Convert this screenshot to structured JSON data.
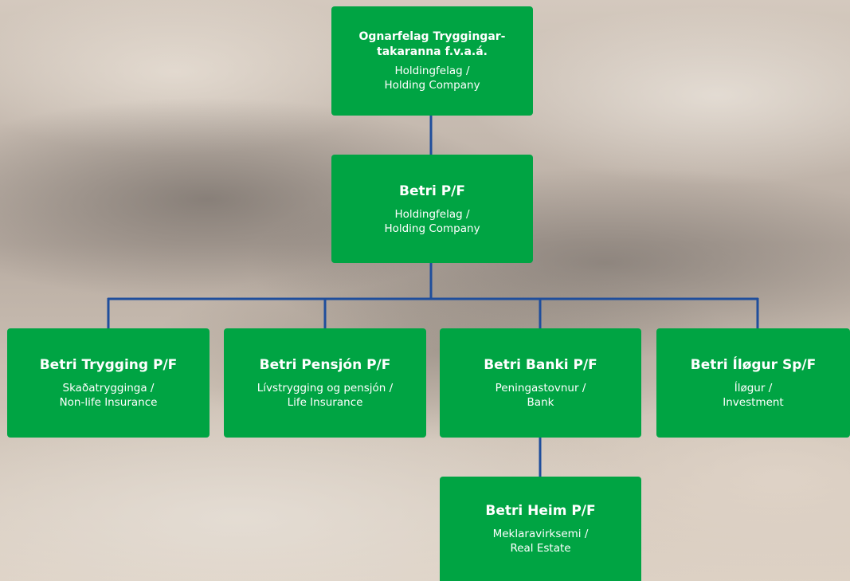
{
  "top": {
    "title_lines": [
      "Ognarfelag Tryggingar-",
      "takaranna f.v.a.á."
    ],
    "sub_lines": [
      "Holdingfelag /",
      "Holding Company"
    ]
  },
  "holding": {
    "title": "Betri P/F",
    "sub_lines": [
      "Holdingfelag /",
      "Holding Company"
    ]
  },
  "subsidiaries": [
    {
      "title": "Betri Trygging P/F",
      "sub_lines": [
        "Skaðatrygginga /",
        "Non-life Insurance"
      ]
    },
    {
      "title": "Betri Pensjón P/F",
      "sub_lines": [
        "Lívstrygging og pensjón /",
        "Life Insurance"
      ]
    },
    {
      "title": "Betri Banki P/F",
      "sub_lines": [
        "Peningastovnur /",
        "Bank"
      ]
    },
    {
      "title": "Betri Íløgur Sp/F",
      "sub_lines": [
        "Íløgur /",
        "Investment"
      ]
    }
  ],
  "bank_subsidiary": {
    "title": "Betri Heim P/F",
    "sub_lines": [
      "Meklaravirksemi /",
      "Real Estate"
    ]
  },
  "colors": {
    "box": "#00a443",
    "connector": "#1f4e9c",
    "text": "#ffffff"
  }
}
